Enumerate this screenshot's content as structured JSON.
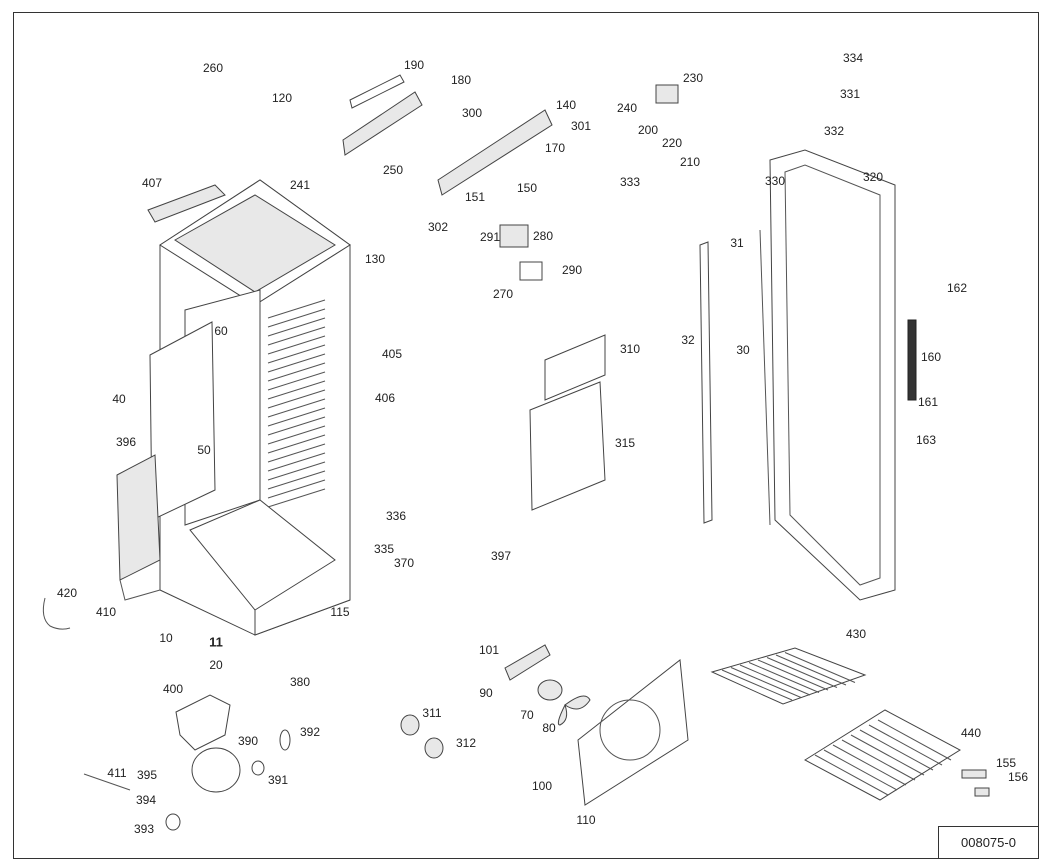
{
  "diagram": {
    "document_number": "008075-0",
    "part_labels": [
      "260",
      "190",
      "180",
      "120",
      "300",
      "140",
      "230",
      "240",
      "301",
      "200",
      "170",
      "220",
      "210",
      "250",
      "241",
      "151",
      "150",
      "333",
      "407",
      "302",
      "291",
      "280",
      "130",
      "290",
      "270",
      "334",
      "331",
      "332",
      "330",
      "320",
      "31",
      "162",
      "32",
      "30",
      "160",
      "310",
      "405",
      "406",
      "60",
      "40",
      "396",
      "50",
      "161",
      "163",
      "315",
      "336",
      "335",
      "370",
      "397",
      "420",
      "410",
      "115",
      "10",
      "11",
      "20",
      "380",
      "430",
      "101",
      "90",
      "70",
      "80",
      "400",
      "390",
      "392",
      "311",
      "312",
      "395",
      "411",
      "391",
      "394",
      "393",
      "100",
      "110",
      "440",
      "155",
      "156"
    ]
  }
}
